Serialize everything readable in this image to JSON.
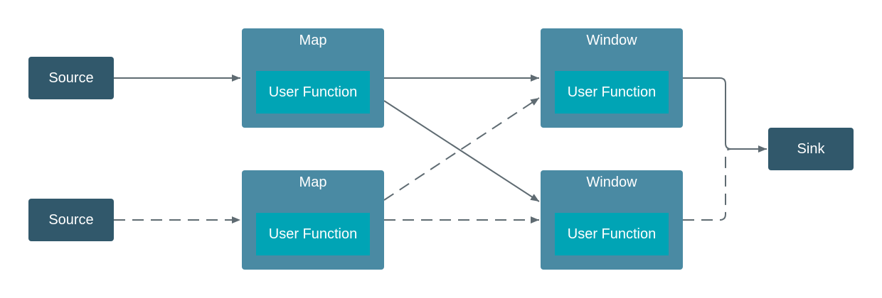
{
  "sources": [
    {
      "label": "Source"
    },
    {
      "label": "Source"
    }
  ],
  "maps": [
    {
      "title": "Map",
      "inner_label": "User Function"
    },
    {
      "title": "Map",
      "inner_label": "User Function"
    }
  ],
  "windows": [
    {
      "title": "Window",
      "inner_label": "User Function"
    },
    {
      "title": "Window",
      "inner_label": "User Function"
    }
  ],
  "sink": {
    "label": "Sink"
  },
  "colors": {
    "dark_node": "#31586b",
    "operator": "#4a8aa3",
    "user_function": "#00a4b5",
    "edge": "#5f6b72"
  },
  "edges": [
    {
      "from": "source-1",
      "to": "map-1",
      "style": "solid"
    },
    {
      "from": "source-2",
      "to": "map-2",
      "style": "dashed"
    },
    {
      "from": "map-1",
      "to": "window-1",
      "style": "solid"
    },
    {
      "from": "map-1",
      "to": "window-2",
      "style": "solid"
    },
    {
      "from": "map-2",
      "to": "window-1",
      "style": "dashed"
    },
    {
      "from": "map-2",
      "to": "window-2",
      "style": "dashed"
    },
    {
      "from": "window-1",
      "to": "sink",
      "style": "solid"
    },
    {
      "from": "window-2",
      "to": "sink",
      "style": "dashed"
    }
  ]
}
